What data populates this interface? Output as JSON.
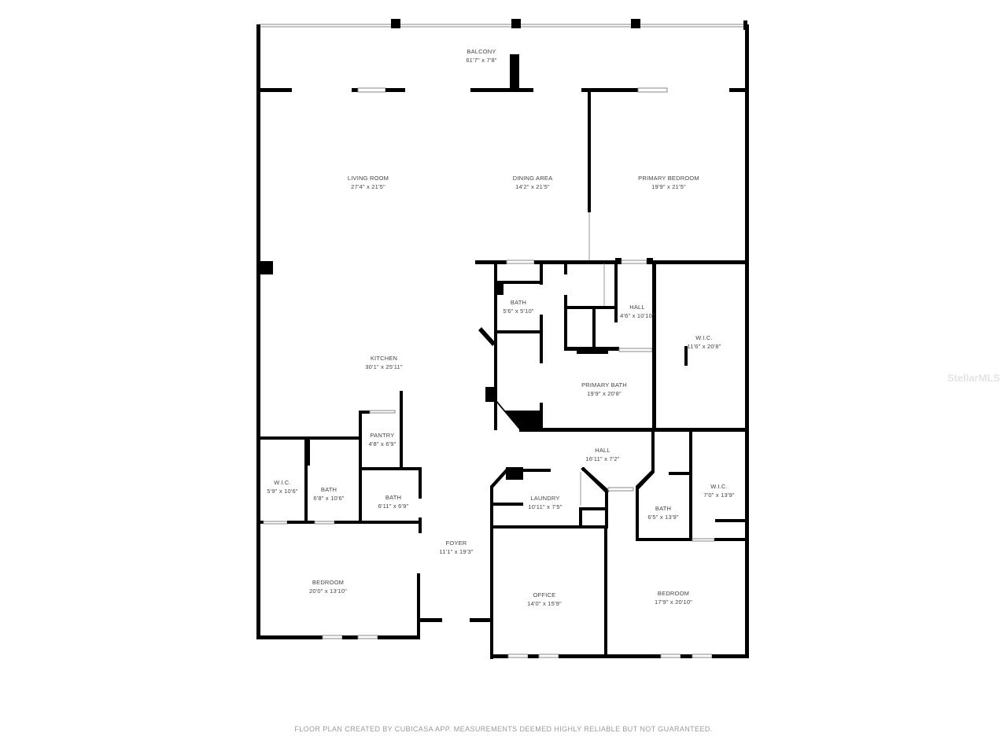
{
  "floor_plan": {
    "rooms": [
      {
        "name": "BALCONY",
        "dims": "61'7\" x 7'8\""
      },
      {
        "name": "LIVING ROOM",
        "dims": "27'4\" x 21'5\""
      },
      {
        "name": "DINING AREA",
        "dims": "14'2\" x 21'5\""
      },
      {
        "name": "PRIMARY BEDROOM",
        "dims": "19'9\" x 21'5\""
      },
      {
        "name": "BATH",
        "dims": "5'6\" x 5'10\""
      },
      {
        "name": "HALL",
        "dims": "4'6\" x 10'10\""
      },
      {
        "name": "W.I.C.",
        "dims": "11'6\" x 20'8\""
      },
      {
        "name": "KITCHEN",
        "dims": "30'1\" x 25'11\""
      },
      {
        "name": "PRIMARY BATH",
        "dims": "19'9\" x 20'8\""
      },
      {
        "name": "PANTRY",
        "dims": "4'8\" x 6'9\""
      },
      {
        "name": "HALL",
        "dims": "16'11\" x 7'2\""
      },
      {
        "name": "W.I.C.",
        "dims": "5'9\" x 10'6\""
      },
      {
        "name": "BATH",
        "dims": "6'8\" x 10'6\""
      },
      {
        "name": "BATH",
        "dims": "6'11\" x 6'9\""
      },
      {
        "name": "LAUNDRY",
        "dims": "10'11\" x 7'5\""
      },
      {
        "name": "BATH",
        "dims": "6'5\" x 13'9\""
      },
      {
        "name": "W.I.C.",
        "dims": "7'0\" x 13'9\""
      },
      {
        "name": "FOYER",
        "dims": "11'1\" x 19'3\""
      },
      {
        "name": "BEDROOM",
        "dims": "20'0\" x 13'10\""
      },
      {
        "name": "OFFICE",
        "dims": "14'0\" x 15'9\""
      },
      {
        "name": "BEDROOM",
        "dims": "17'9\" x 20'10\""
      }
    ],
    "footer": "FLOOR PLAN CREATED BY CUBICASA APP. MEASUREMENTS DEEMED HIGHLY RELIABLE BUT NOT GUARANTEED.",
    "watermark": "StellarMLS"
  }
}
